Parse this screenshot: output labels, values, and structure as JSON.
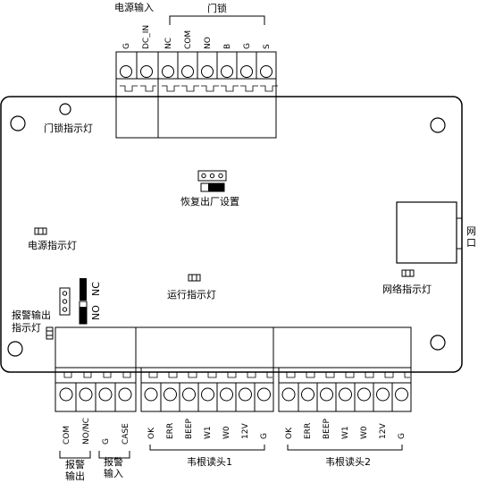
{
  "labels": {
    "power_input": "电源输入",
    "door_lock": "门锁",
    "door_lock_indicator": "门锁指示灯",
    "factory_reset": "恢复出厂设置",
    "power_indicator": "电源指示灯",
    "network_port": "网口",
    "network_indicator": "网络指示灯",
    "run_indicator": "运行指示灯",
    "alarm_out_indicator_line1": "报警输出",
    "alarm_out_indicator_line2": "指示灯",
    "jumper_nc": "NC",
    "jumper_no": "NO",
    "alarm_output_line1": "报警",
    "alarm_output_line2": "输出",
    "alarm_input_line1": "报警",
    "alarm_input_line2": "输入",
    "wiegand_reader_1": "韦根读头1",
    "wiegand_reader_2": "韦根读头2"
  },
  "top_pins": {
    "power": [
      "G",
      "DC_IN"
    ],
    "lock": [
      "NC",
      "COM",
      "NO",
      "B",
      "G",
      "S"
    ]
  },
  "bottom_pins": {
    "alarm_out": [
      "COM",
      "NO/NC"
    ],
    "alarm_in": [
      "G",
      "CASE"
    ],
    "reader1": [
      "OK",
      "ERR",
      "BEEP",
      "W1",
      "W0",
      "12V",
      "G"
    ],
    "reader2": [
      "OK",
      "ERR",
      "BEEP",
      "W1",
      "W0",
      "12V",
      "G"
    ]
  }
}
